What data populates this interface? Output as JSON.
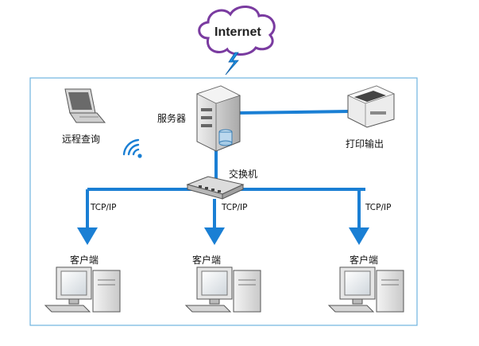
{
  "cloud_label": "Internet",
  "nodes": {
    "server": "服务器",
    "remote": "远程查询",
    "printer": "打印输出",
    "switch": "交换机",
    "client_left": "客户端",
    "client_mid": "客户端",
    "client_right": "客户端"
  },
  "links": {
    "left": "TCP/IP",
    "mid": "TCP/IP",
    "right": "TCP/IP"
  },
  "colors": {
    "network_line": "#1a7fd4",
    "border": "#6fb3e0",
    "cloud_stroke": "#7a3ba0",
    "lightning": "#1f8fe0"
  }
}
